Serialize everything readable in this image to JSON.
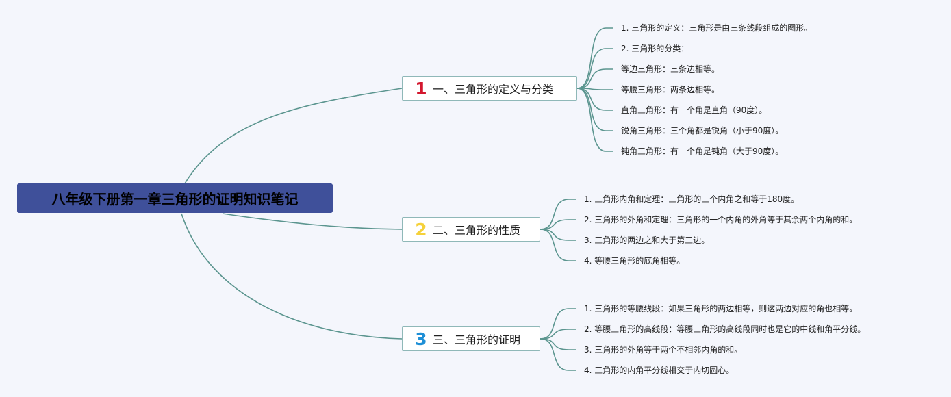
{
  "root": {
    "title": "八年级下册第一章三角形的证明知识笔记"
  },
  "colors": {
    "link": "#5b958f",
    "root_bg": "#3f509a",
    "node_border": "#8fb8b8"
  },
  "branches": [
    {
      "number": "1",
      "number_color": "#d3172e",
      "label": "一、三角形的定义与分类",
      "leaves": [
        "1. 三角形的定义：三角形是由三条线段组成的图形。",
        "2. 三角形的分类：",
        "等边三角形：三条边相等。",
        "等腰三角形：两条边相等。",
        "直角三角形：有一个角是直角（90度）。",
        "锐角三角形：三个角都是锐角（小于90度）。",
        "钝角三角形：有一个角是钝角（大于90度）。"
      ]
    },
    {
      "number": "2",
      "number_color": "#f5d13a",
      "label": "二、三角形的性质",
      "leaves": [
        "1. 三角形内角和定理：三角形的三个内角之和等于180度。",
        "2. 三角形的外角和定理：三角形的一个内角的外角等于其余两个内角的和。",
        "3. 三角形的两边之和大于第三边。",
        "4. 等腰三角形的底角相等。"
      ]
    },
    {
      "number": "3",
      "number_color": "#1e8fd6",
      "label": "三、三角形的证明",
      "leaves": [
        "1. 三角形的等腰线段：如果三角形的两边相等，则这两边对应的角也相等。",
        "2. 等腰三角形的高线段：等腰三角形的高线段同时也是它的中线和角平分线。",
        "3. 三角形的外角等于两个不相邻内角的和。",
        "4. 三角形的内角平分线相交于内切圆心。"
      ]
    }
  ]
}
